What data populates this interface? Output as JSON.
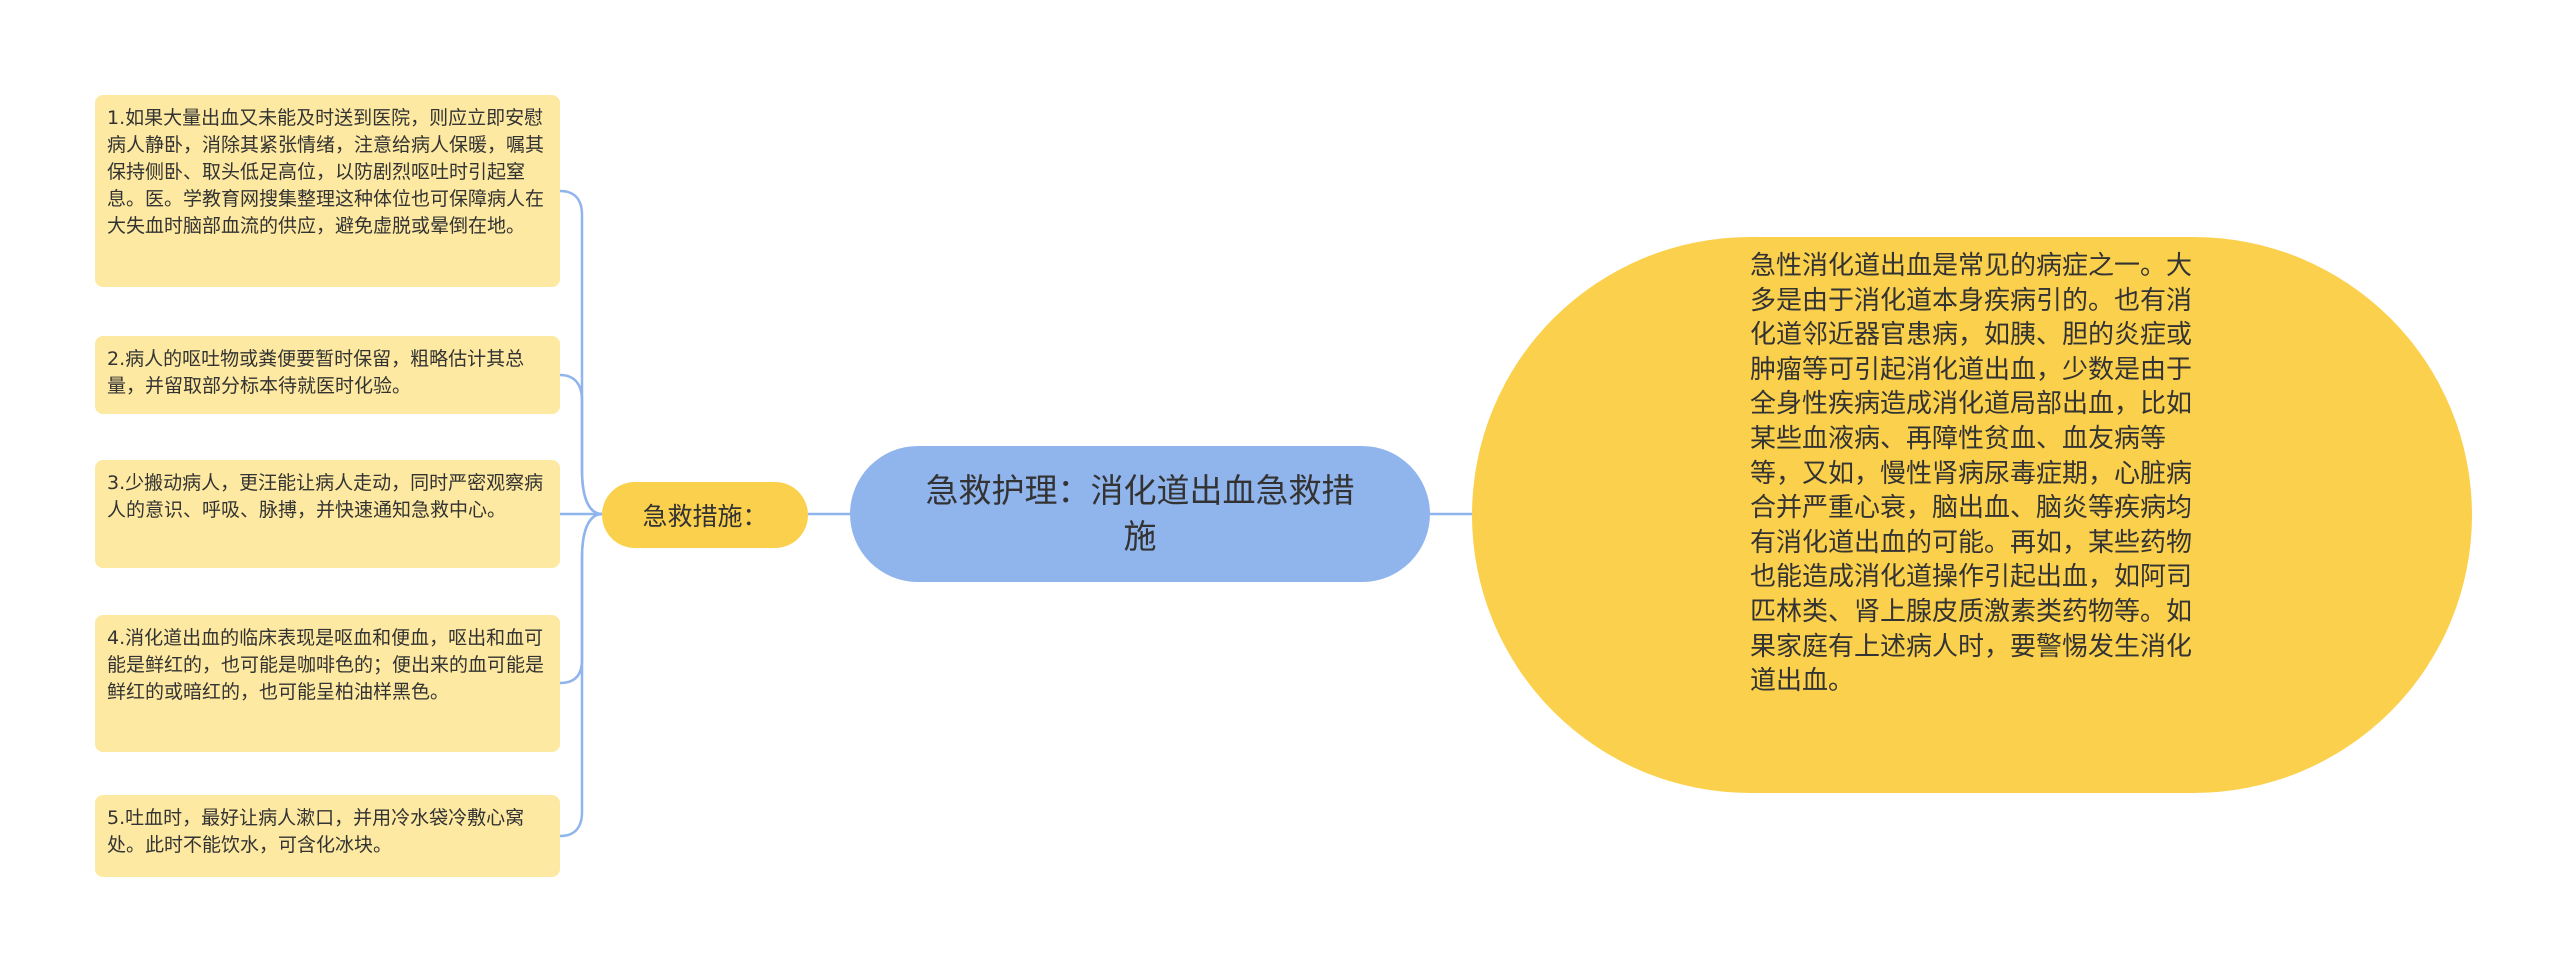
{
  "central": {
    "label": "急救护理：消化道出血急救措施"
  },
  "branch": {
    "label": "急救措施："
  },
  "leaves": [
    {
      "text": "1.如果大量出血又未能及时送到医院，则应立即安慰病人静卧，消除其紧张情绪，注意给病人保暖，嘱其保持侧卧、取头低足高位，以防剧烈呕吐时引起窒息。医。学教育网搜集整理这种体位也可保障病人在大失血时脑部血流的供应，避免虚脱或晕倒在地。"
    },
    {
      "text": "2.病人的呕吐物或粪便要暂时保留，粗略估计其总量，并留取部分标本待就医时化验。"
    },
    {
      "text": "3.少搬动病人，更汪能让病人走动，同时严密观察病人的意识、呼吸、脉搏，并快速通知急救中心。"
    },
    {
      "text": "4.消化道出血的临床表现是呕血和便血，呕出和血可能是鲜红的，也可能是咖啡色的；便出来的血可能是鲜红的或暗红的，也可能呈柏油样黑色。"
    },
    {
      "text": "5.吐血时，最好让病人漱口，并用冷水袋冷敷心窝处。此时不能饮水，可含化冰块。"
    }
  ],
  "detail": {
    "text": "急性消化道出血是常见的病症之一。大多是由于消化道本身疾病引的。也有消化道邻近器官患病，如胰、胆的炎症或肿瘤等可引起消化道出血，少数是由于全身性疾病造成消化道局部出血，比如某些血液病、再障性贫血、血友病等等，又如，慢性肾病尿毒症期，心脏病合并严重心衰，脑出血、脑炎等疾病均有消化道出血的可能。再如，某些药物也能造成消化道操作引起出血，如阿司匹林类、肾上腺皮质激素类药物等。如果家庭有上述病人时，要警惕发生消化道出血。"
  },
  "colors": {
    "central_fill": "#90b4ec",
    "branch_fill": "#fbd04c",
    "leaf_fill": "#fde9a1",
    "connector": "#90b4ec",
    "text": "#333333"
  }
}
